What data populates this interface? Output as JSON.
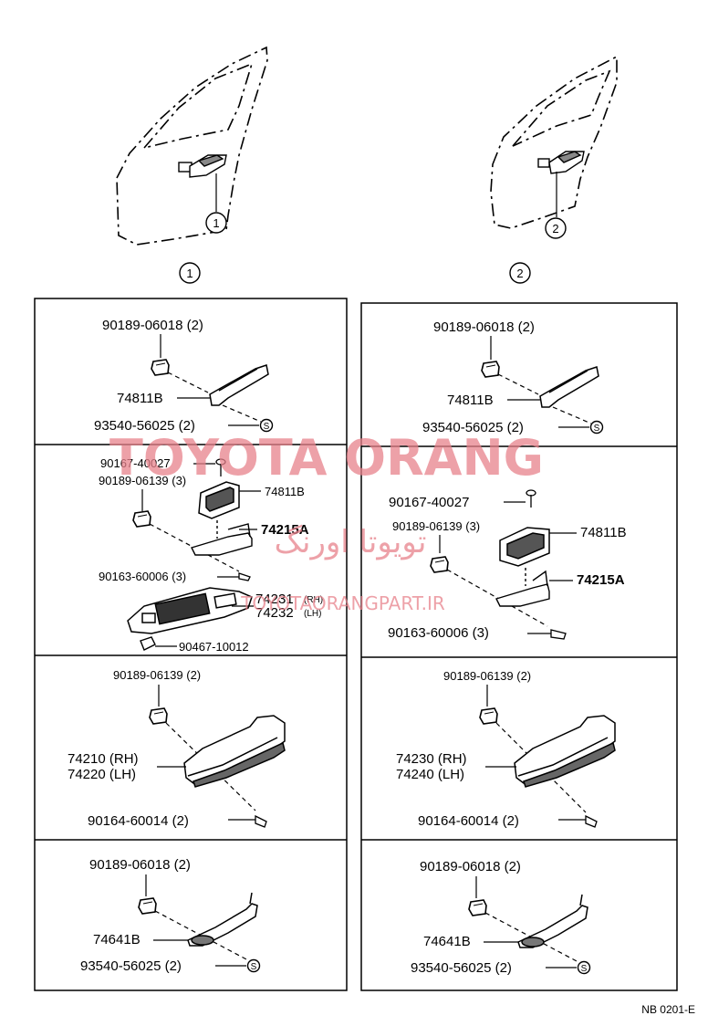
{
  "figure_code": "NB 0201-E",
  "watermark": {
    "brand": "TOYOTA ORANG",
    "persian": "تویوتا اورنگ",
    "site": "TOYOTAORANGPART.IR",
    "color": "#e8828c"
  },
  "door_markers": [
    "1",
    "2"
  ],
  "panel_markers": [
    "1",
    "2"
  ],
  "left": {
    "s1": {
      "a": "90189-06018 (2)",
      "b": "74811B",
      "c": "93540-56025 (2)"
    },
    "s2": {
      "a": "90167-40027",
      "b": "90189-06139 (3)",
      "c": "74811B",
      "d": "74215A",
      "e": "90163-60006 (3)",
      "f": "74231",
      "f_side": "(RH)",
      "g": "74232",
      "g_side": "(LH)",
      "h": "90467-10012"
    },
    "s3": {
      "a": "90189-06139 (2)",
      "b": "74210 (RH)",
      "c": "74220 (LH)",
      "d": "90164-60014 (2)"
    },
    "s4": {
      "a": "90189-06018 (2)",
      "b": "74641B",
      "c": "93540-56025 (2)"
    }
  },
  "right": {
    "s1": {
      "a": "90189-06018 (2)",
      "b": "74811B",
      "c": "93540-56025 (2)"
    },
    "s2": {
      "a": "90167-40027",
      "b": "90189-06139 (3)",
      "c": "74811B",
      "d": "74215A",
      "e": "90163-60006 (3)"
    },
    "s3": {
      "a": "90189-06139 (2)",
      "b": "74230 (RH)",
      "c": "74240 (LH)",
      "d": "90164-60014 (2)"
    },
    "s4": {
      "a": "90189-06018 (2)",
      "b": "74641B",
      "c": "93540-56025 (2)"
    }
  }
}
